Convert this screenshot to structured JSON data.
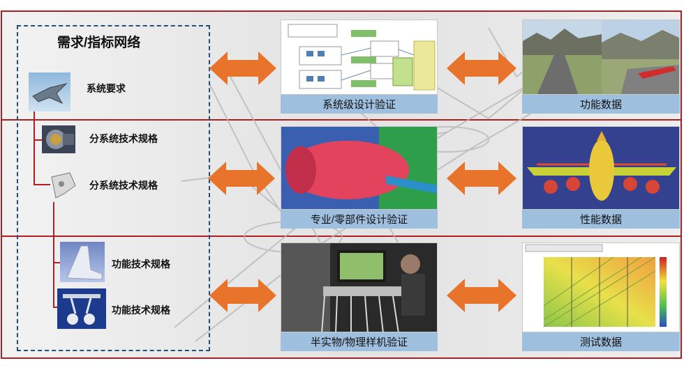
{
  "left_panel": {
    "title": "需求/指标网络",
    "items": [
      {
        "label": "系统要求",
        "icon": "fighter-jet-icon"
      },
      {
        "label": "分系统技术规格",
        "icon": "jet-engine-icon"
      },
      {
        "label": "分系统技术规格",
        "icon": "landing-gear-part-icon"
      },
      {
        "label": "功能技术规格",
        "icon": "aircraft-tail-icon"
      },
      {
        "label": "功能技术规格",
        "icon": "landing-gear-icon"
      }
    ]
  },
  "rows": [
    {
      "verify_caption": "系统级设计验证",
      "data_caption": "功能数据"
    },
    {
      "verify_caption": "专业/零部件设计验证",
      "data_caption": "性能数据"
    },
    {
      "verify_caption": "半实物/物理样机验证",
      "data_caption": "测试数据"
    }
  ],
  "colors": {
    "band_border": "#b11e22",
    "dashed_border": "#1f4e79",
    "caption_bg": "#9fbfdf",
    "arrow": "#e8732a"
  }
}
